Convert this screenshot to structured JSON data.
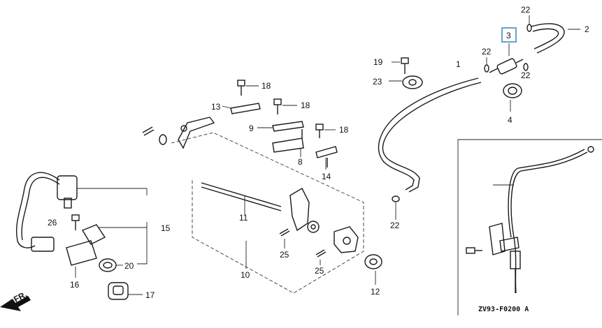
{
  "diagram": {
    "code": "ZV93-F0200 A",
    "arrow_label": "FR.",
    "highlight_color": "#3a8fc4",
    "callouts": {
      "c1": "1",
      "c2": "2",
      "c3": "3",
      "c4": "4",
      "c8": "8",
      "c9": "9",
      "c10": "10",
      "c11": "11",
      "c12": "12",
      "c13": "13",
      "c14": "14",
      "c15": "15",
      "c16": "16",
      "c17": "17",
      "c18a": "18",
      "c18b": "18",
      "c18c": "18",
      "c19": "19",
      "c20": "20",
      "c22a": "22",
      "c22b": "22",
      "c22c": "22",
      "c22d": "22",
      "c23": "23",
      "c25a": "25",
      "c25b": "25",
      "c26": "26"
    }
  }
}
